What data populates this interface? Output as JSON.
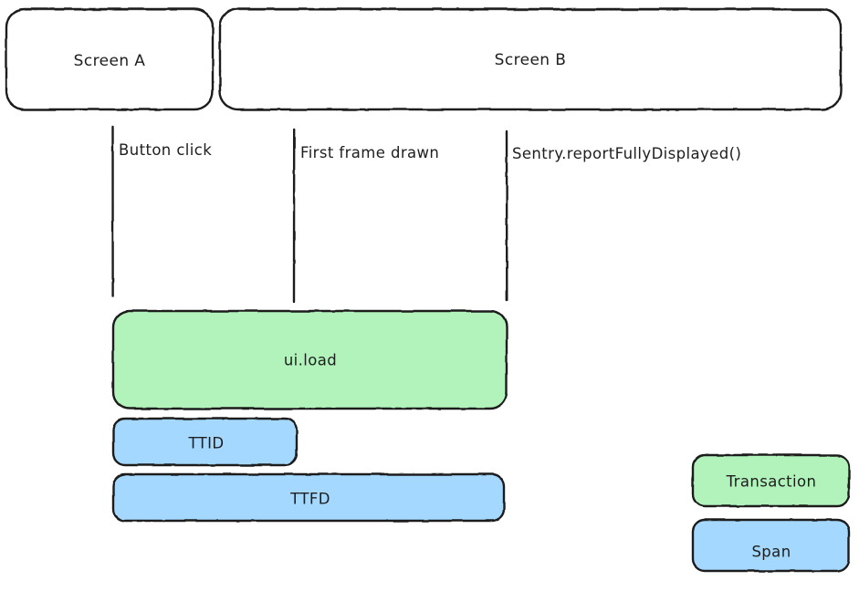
{
  "diagram": {
    "title_text_style": "handwritten",
    "colors": {
      "stroke": "#1e1e1e",
      "transaction_fill": "#b2f2bb",
      "span_fill": "#a5d8ff",
      "background": "#ffffff"
    },
    "screens": [
      {
        "id": "screen-a",
        "label": "Screen A"
      },
      {
        "id": "screen-b",
        "label": "Screen B"
      }
    ],
    "markers": [
      {
        "id": "marker-button-click",
        "label": "Button click"
      },
      {
        "id": "marker-first-frame-drawn",
        "label": "First frame drawn"
      },
      {
        "id": "marker-report-fully-displayed",
        "label": "Sentry.reportFullyDisplayed()"
      }
    ],
    "bars": [
      {
        "id": "bar-ui-load",
        "label": "ui.load",
        "kind": "Transaction",
        "fill": "#b2f2bb"
      },
      {
        "id": "bar-ttid",
        "label": "TTID",
        "kind": "Span",
        "fill": "#a5d8ff"
      },
      {
        "id": "bar-ttfd",
        "label": "TTFD",
        "kind": "Span",
        "fill": "#a5d8ff"
      }
    ],
    "legend": [
      {
        "id": "legend-transaction",
        "label": "Transaction",
        "fill": "#b2f2bb"
      },
      {
        "id": "legend-span",
        "label": "Span",
        "fill": "#a5d8ff"
      }
    ]
  }
}
